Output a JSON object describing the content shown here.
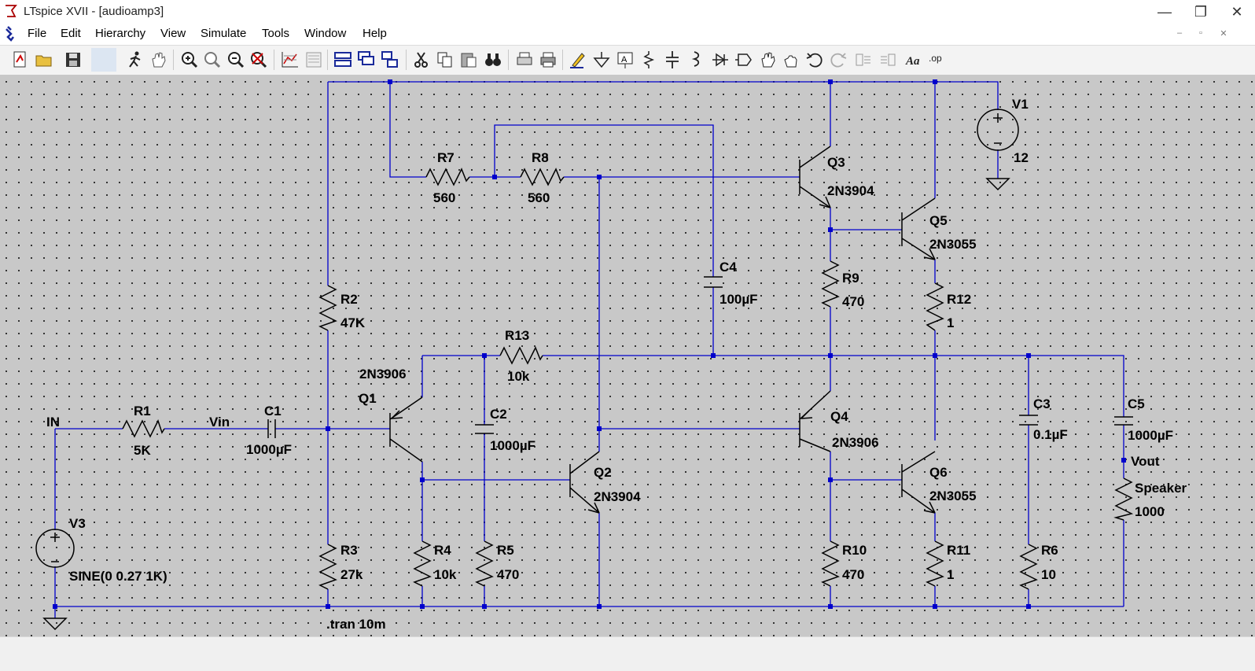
{
  "window": {
    "title": "LTspice XVII - [audioamp3]"
  },
  "menu": [
    "File",
    "Edit",
    "Hierarchy",
    "View",
    "Simulate",
    "Tools",
    "Window",
    "Help"
  ],
  "toolbar_icons": [
    "new-schematic-icon",
    "open-icon",
    "save-icon",
    "blank-icon",
    "run-icon",
    "halt-icon",
    "zoom-in-icon",
    "pan-icon",
    "zoom-out-icon",
    "zoom-fit-icon",
    "autorange-icon",
    "pick-visible-traces-icon",
    "tile-horizontal-icon",
    "cascade-icon",
    "tile-vertical-icon",
    "cut-icon",
    "copy-icon",
    "paste-icon",
    "find-icon",
    "print-setup-icon",
    "print-icon",
    "draw-wire-icon",
    "ground-icon",
    "label-net-icon",
    "resistor-icon",
    "capacitor-icon",
    "inductor-icon",
    "diode-icon",
    "component-icon",
    "move-icon",
    "drag-icon",
    "undo-icon",
    "redo-icon",
    "rotate-icon",
    "mirror-icon",
    "text-icon",
    "spice-directive-icon"
  ],
  "components": {
    "R1": {
      "name": "R1",
      "value": "5K"
    },
    "R2": {
      "name": "R2",
      "value": "47K"
    },
    "R3": {
      "name": "R3",
      "value": "27k"
    },
    "R4": {
      "name": "R4",
      "value": "10k"
    },
    "R5": {
      "name": "R5",
      "value": "470"
    },
    "R6": {
      "name": "R6",
      "value": "10"
    },
    "R7": {
      "name": "R7",
      "value": "560"
    },
    "R8": {
      "name": "R8",
      "value": "560"
    },
    "R9": {
      "name": "R9",
      "value": "470"
    },
    "R10": {
      "name": "R10",
      "value": "470"
    },
    "R11": {
      "name": "R11",
      "value": "1"
    },
    "R12": {
      "name": "R12",
      "value": "1"
    },
    "R13": {
      "name": "R13",
      "value": "10k"
    },
    "Speaker": {
      "name": "Speaker",
      "value": "1000"
    },
    "C1": {
      "name": "C1",
      "value": "1000µF"
    },
    "C2": {
      "name": "C2",
      "value": "1000µF"
    },
    "C3": {
      "name": "C3",
      "value": "0.1µF"
    },
    "C4": {
      "name": "C4",
      "value": "100µF"
    },
    "C5": {
      "name": "C5",
      "value": "1000µF"
    },
    "Q1": {
      "name": "Q1",
      "value": "2N3906"
    },
    "Q2": {
      "name": "Q2",
      "value": "2N3904"
    },
    "Q3": {
      "name": "Q3",
      "value": "2N3904"
    },
    "Q4": {
      "name": "Q4",
      "value": "2N3906"
    },
    "Q5": {
      "name": "Q5",
      "value": "2N3055"
    },
    "Q6": {
      "name": "Q6",
      "value": "2N3055"
    },
    "V1": {
      "name": "V1",
      "value": "12"
    },
    "V3": {
      "name": "V3",
      "value": "SINE(0 0.27 1K)"
    }
  },
  "nets": {
    "in": "IN",
    "vin": "Vin",
    "vout": "Vout"
  },
  "directive": ".tran 10m",
  "colors": {
    "wire": "#0000cc",
    "canvas": "#c8c8c8",
    "dot": "#333333"
  }
}
